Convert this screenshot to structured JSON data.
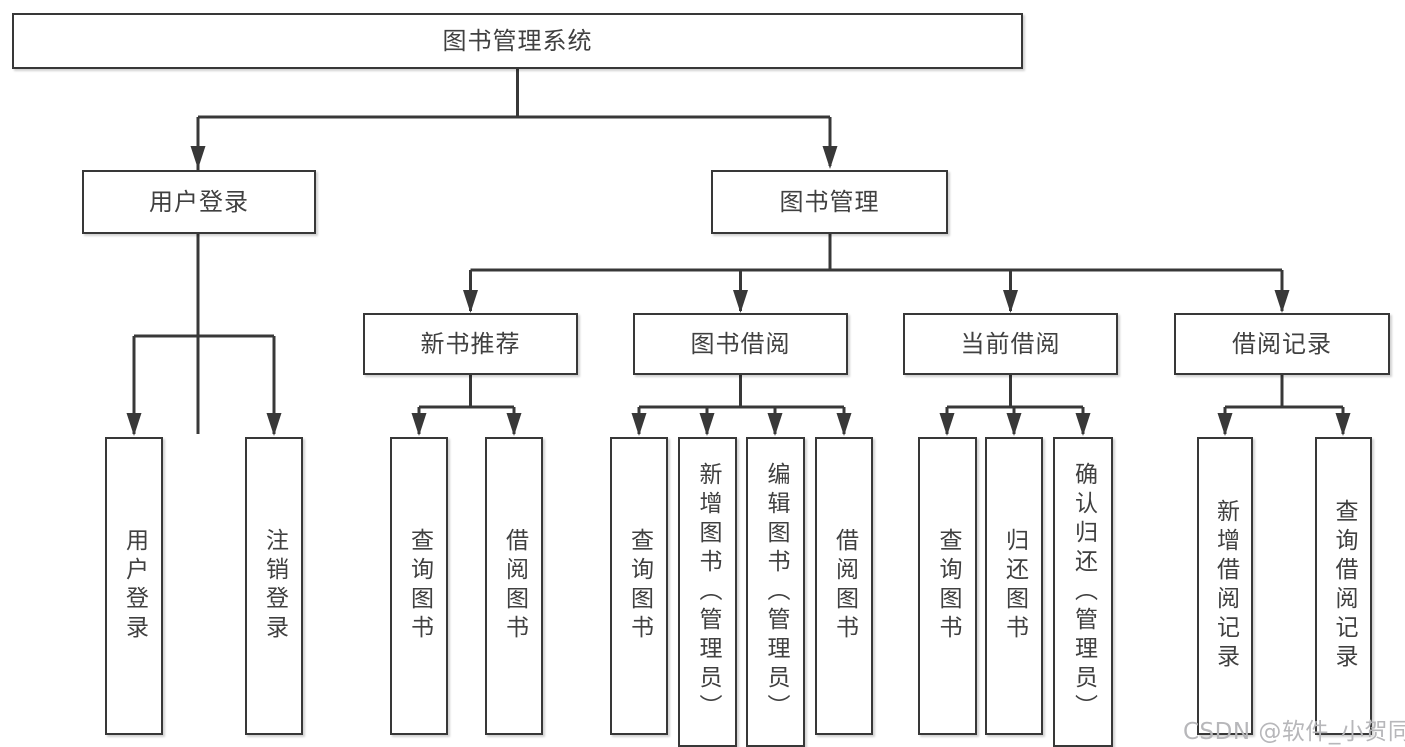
{
  "diagram": {
    "root": {
      "label": "图书管理系统"
    },
    "level2": [
      {
        "label": "用户登录"
      },
      {
        "label": "图书管理"
      }
    ],
    "level3": [
      {
        "label": "新书推荐"
      },
      {
        "label": "图书借阅"
      },
      {
        "label": "当前借阅"
      },
      {
        "label": "借阅记录"
      }
    ],
    "groups": [
      {
        "parent": "用户登录",
        "children": [
          "用户登录",
          "注销登录"
        ]
      },
      {
        "parent": "新书推荐",
        "children": [
          "查询图书",
          "借阅图书"
        ]
      },
      {
        "parent": "图书借阅",
        "children": [
          "查询图书",
          "新增图书（管理员）",
          "编辑图书（管理员）",
          "借阅图书"
        ]
      },
      {
        "parent": "当前借阅",
        "children": [
          "查询图书",
          "归还图书",
          "确认归还（管理员）"
        ]
      },
      {
        "parent": "借阅记录",
        "children": [
          "新增借阅记录",
          "查询借阅记录"
        ]
      }
    ]
  },
  "watermark": "CSDN @软件_小贺同学",
  "colors": {
    "line": "#383838",
    "text": "#404040",
    "box_background": "#ffffff",
    "page_background": "#ffffff",
    "watermark": "#b7b7ba"
  }
}
